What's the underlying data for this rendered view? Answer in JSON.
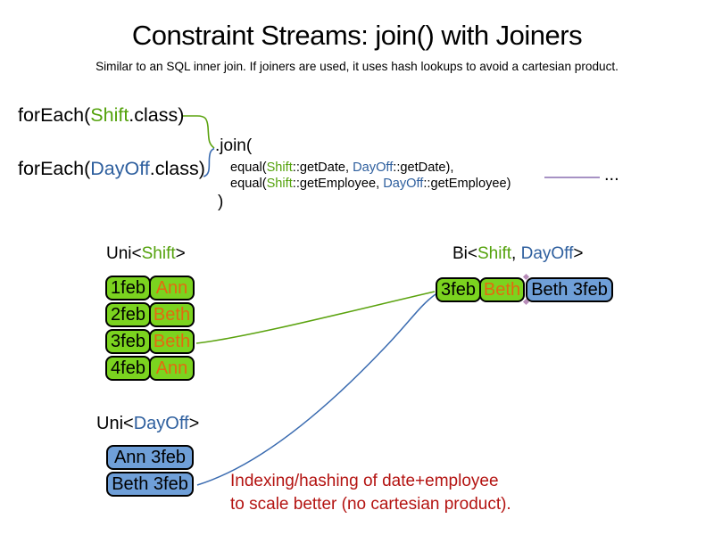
{
  "slide": {
    "title": "Constraint Streams: join() with Joiners",
    "subtitle": "Similar to an SQL inner join. If joiners are used, it uses hash lookups to avoid a cartesian product."
  },
  "code": {
    "foreach_shift": {
      "prefix": "forEach(",
      "type": "Shift",
      "suffix": ".class)"
    },
    "foreach_dayoff": {
      "prefix": "forEach(",
      "type": "DayOff",
      "suffix": ".class)"
    },
    "join_open": ".join(",
    "joiner_date": {
      "fn": "equal(",
      "a_type": "Shift",
      "a_rest": "::getDate, ",
      "b_type": "DayOff",
      "b_rest": "::getDate),"
    },
    "joiner_employee": {
      "fn": "equal(",
      "a_type": "Shift",
      "a_rest": "::getEmployee, ",
      "b_type": "DayOff",
      "b_rest": "::getEmployee)"
    },
    "join_close": ")",
    "ellipsis": "..."
  },
  "uni_shift": {
    "title_prefix": "Uni<",
    "title_type": "Shift",
    "title_suffix": ">",
    "rows": [
      {
        "date": "1feb",
        "employee": "Ann"
      },
      {
        "date": "2feb",
        "employee": "Beth"
      },
      {
        "date": "3feb",
        "employee": "Beth"
      },
      {
        "date": "4feb",
        "employee": "Ann"
      }
    ]
  },
  "bi": {
    "title_prefix": "Bi<",
    "title_type_a": "Shift",
    "title_sep": ", ",
    "title_type_b": "DayOff",
    "title_suffix": ">",
    "row": {
      "date": "3feb",
      "employee": "Beth",
      "dayoff": "Beth 3feb"
    }
  },
  "uni_dayoff": {
    "title_prefix": "Uni<",
    "title_type": "DayOff",
    "title_suffix": ">",
    "rows": [
      {
        "label": "Ann 3feb"
      },
      {
        "label": "Beth 3feb"
      }
    ]
  },
  "note": {
    "line1": "Indexing/hashing of date+employee",
    "line2": "to scale better (no cartesian product)."
  },
  "colors": {
    "shift_type_green": "#54a20c",
    "dayoff_type_blue": "#2e5f9e",
    "green_box_fill": "#7bd31f",
    "blue_box_fill": "#6f9fd8",
    "employee_text_orange": "#e36a10",
    "note_red": "#b41412",
    "joiner_link_purple": "#8a6fb0",
    "green_connector": "#5ba30f",
    "blue_connector": "#3a6bb0"
  }
}
